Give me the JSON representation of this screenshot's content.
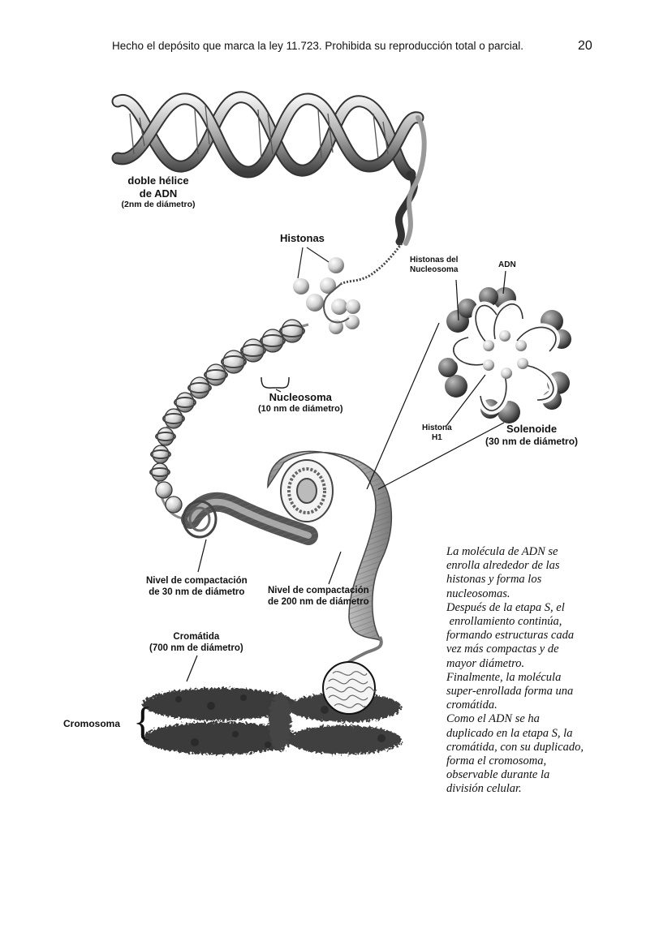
{
  "header": {
    "text": "Hecho el depósito que marca la ley 11.723.  Prohibida su reproducción total o parcial.",
    "page_number": "20"
  },
  "labels": {
    "dna_helix": [
      "doble hélice",
      "de ADN",
      "(2nm de diámetro)"
    ],
    "histones": "Histonas",
    "nucleosome_histones": [
      "Histonas del",
      "Nucleosoma"
    ],
    "dna": "ADN",
    "nucleosome": [
      "Nucleosoma",
      "(10 nm de diámetro)"
    ],
    "histone_h1": [
      "Histona",
      "H1"
    ],
    "solenoid": [
      "Solenoide",
      "(30 nm de diámetro)"
    ],
    "level_30": [
      "Nivel de compactación",
      "de 30 nm de diámetro"
    ],
    "level_200": [
      "Nivel de compactación",
      "de  200 nm de diámetro"
    ],
    "chromatid": [
      "Cromátida",
      "(700 nm de diámetro)"
    ],
    "chromosome": "Cromosoma"
  },
  "caption": [
    "La molécula de ADN se",
    "enrolla alrededor de las",
    "histonas y forma los",
    "nucleosomas.",
    "Después de la etapa S, el",
    " enrollamiento continúa,",
    "formando estructuras cada",
    "vez más compactas y de",
    "mayor diámetro.",
    "Finalmente, la molécula",
    "super-enrollada forma una",
    "cromátida.",
    "Como el ADN se ha",
    "duplicado en la etapa S, la",
    "cromátida, con su duplicado,",
    "forma el cromosoma,",
    "observable durante la",
    "división celular."
  ],
  "colors": {
    "ink": "#111111",
    "helix_light": "#d8d8d8",
    "helix_dark": "#555555",
    "chromosome": "#3a3a3a"
  }
}
